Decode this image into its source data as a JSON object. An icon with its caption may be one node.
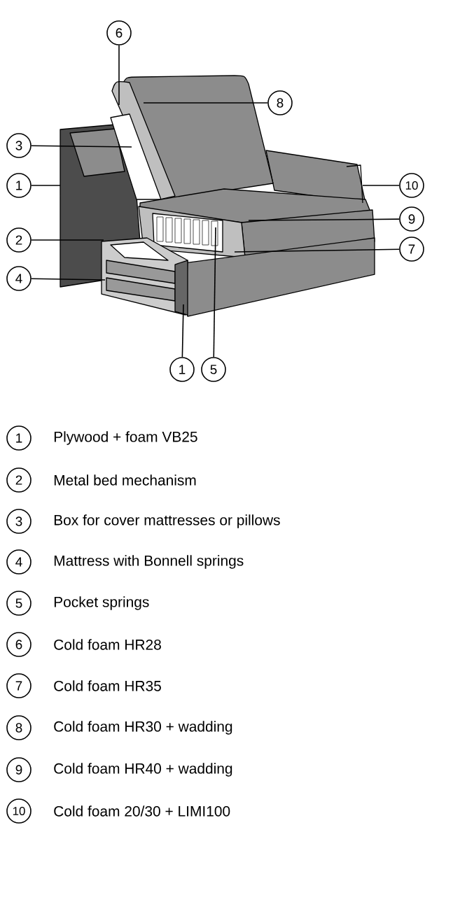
{
  "diagram": {
    "nodes": [
      {
        "text": [
          "6"
        ]
      },
      {
        "text": [
          "8"
        ]
      },
      {
        "text": [
          "3"
        ]
      },
      {
        "text": [
          "1"
        ]
      },
      {
        "text": [
          "10"
        ]
      },
      {
        "text": [
          "9"
        ]
      },
      {
        "text": [
          "2"
        ]
      },
      {
        "text": [
          "7"
        ]
      },
      {
        "text": [
          "4"
        ]
      },
      {
        "text": [
          "1"
        ]
      },
      {
        "text": [
          "5"
        ]
      },
      {
        "text": [
          "1"
        ],
        "beside": [
          "Plywood + foam VB25"
        ]
      },
      {
        "text": [
          "2"
        ],
        "beside": [
          "Metal bed mechanism"
        ]
      },
      {
        "text": [
          "3"
        ],
        "beside": [
          "Box for cover mattresses or pillows"
        ]
      },
      {
        "text": [
          "4"
        ],
        "beside": [
          "Mattress with Bonnell springs"
        ]
      },
      {
        "text": [
          "5"
        ],
        "beside": [
          "Pocket springs"
        ]
      },
      {
        "text": [
          "6"
        ],
        "beside": [
          "Cold foam HR28"
        ]
      },
      {
        "text": [
          "7"
        ],
        "beside": [
          "Cold foam HR35"
        ]
      },
      {
        "text": [
          "8"
        ],
        "beside": [
          "Cold foam HR30 + wadding"
        ]
      },
      {
        "text": [
          "9"
        ],
        "beside": [
          "Cold foam HR40 + wadding"
        ]
      },
      {
        "text": [
          "10"
        ],
        "beside": [
          "Cold foam 20/30 + LIMI100"
        ]
      }
    ],
    "edges": [
      {
        "from": 0,
        "to": null,
        "arrow": "none"
      },
      {
        "from": 1,
        "to": null,
        "arrow": "none"
      },
      {
        "from": 2,
        "to": null,
        "arrow": "none"
      },
      {
        "from": 3,
        "to": null,
        "arrow": "none"
      },
      {
        "from": 4,
        "to": null,
        "arrow": "none"
      },
      {
        "from": 5,
        "to": null,
        "arrow": "none"
      },
      {
        "from": 6,
        "to": null,
        "arrow": "none"
      },
      {
        "from": 7,
        "to": null,
        "arrow": "none"
      },
      {
        "from": 8,
        "to": null,
        "arrow": "none"
      },
      {
        "from": 9,
        "to": null,
        "arrow": "none"
      },
      {
        "from": 10,
        "to": null,
        "arrow": "none"
      }
    ]
  }
}
